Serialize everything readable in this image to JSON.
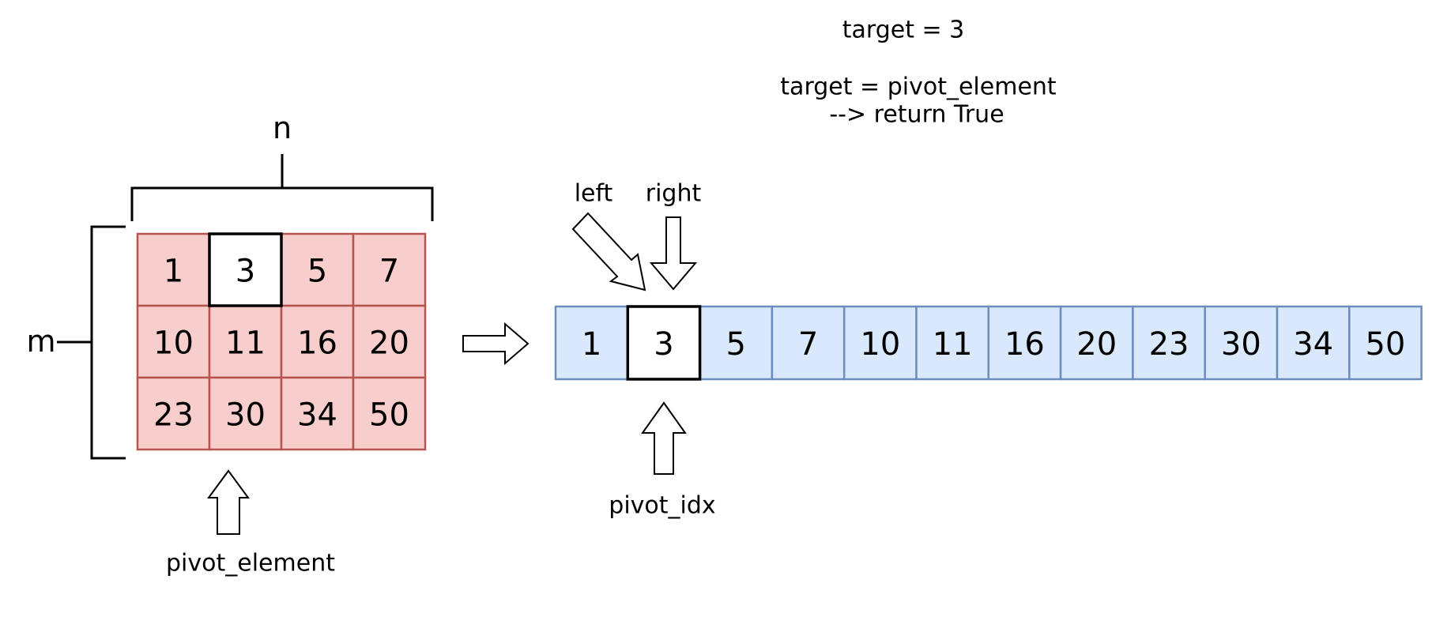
{
  "header": {
    "target_line": "target = 3",
    "condition_line": "target = pivot_element",
    "result_line": "--> return True"
  },
  "matrix": {
    "dim_n": "n",
    "dim_m": "m",
    "rows": [
      [
        "1",
        "3",
        "5",
        "7"
      ],
      [
        "10",
        "11",
        "16",
        "20"
      ],
      [
        "23",
        "30",
        "34",
        "50"
      ]
    ],
    "highlight": [
      0,
      1
    ],
    "cell_fill": "#f8cecc",
    "cell_stroke": "#b85450",
    "pivot_label": "pivot_element"
  },
  "array": {
    "values": [
      "1",
      "3",
      "5",
      "7",
      "10",
      "11",
      "16",
      "20",
      "23",
      "30",
      "34",
      "50"
    ],
    "highlight_index": 1,
    "cell_fill": "#dae8fc",
    "cell_stroke": "#6c8ebf",
    "left_label": "left",
    "right_label": "right",
    "pivot_label": "pivot_idx"
  }
}
